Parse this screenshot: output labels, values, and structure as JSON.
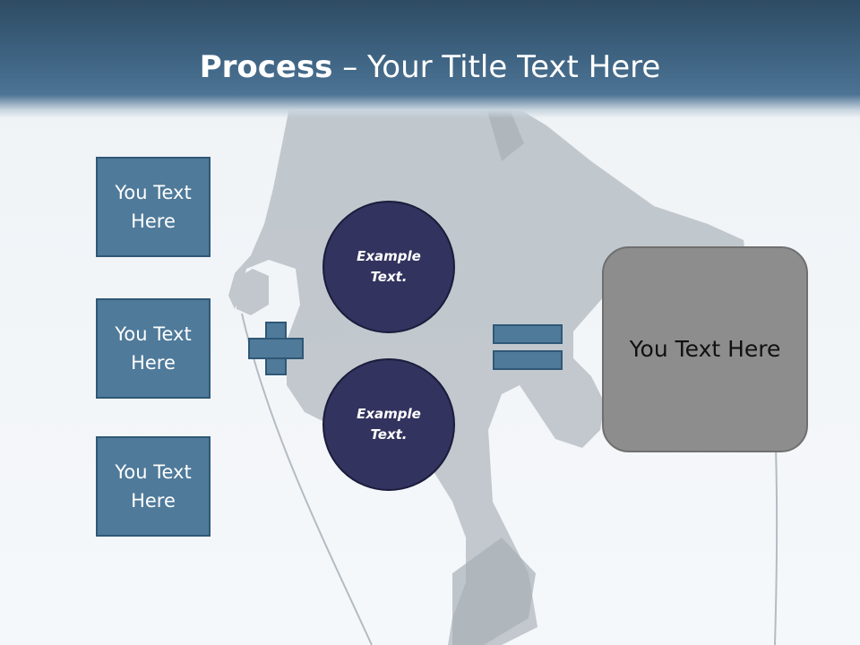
{
  "slide": {
    "title_bold": "Process",
    "title_rest": " – Your Title Text Here"
  },
  "left_boxes": [
    {
      "label": "You Text Here"
    },
    {
      "label": "You Text Here"
    },
    {
      "label": "You Text Here"
    }
  ],
  "circles": [
    {
      "label": "Example Text."
    },
    {
      "label": "Example Text."
    }
  ],
  "operators": {
    "plus_icon": "plus-sign",
    "equals_icon": "equals-sign"
  },
  "result_box": {
    "label": "You Text Here"
  },
  "colors": {
    "header": "#3d6280",
    "box_fill": "#4f7a9a",
    "circle_fill": "#32335e",
    "result_fill": "#8d8d8d",
    "silhouette": "#b9c0c6"
  },
  "background_image": "businessman-jumping-rope-silhouette"
}
